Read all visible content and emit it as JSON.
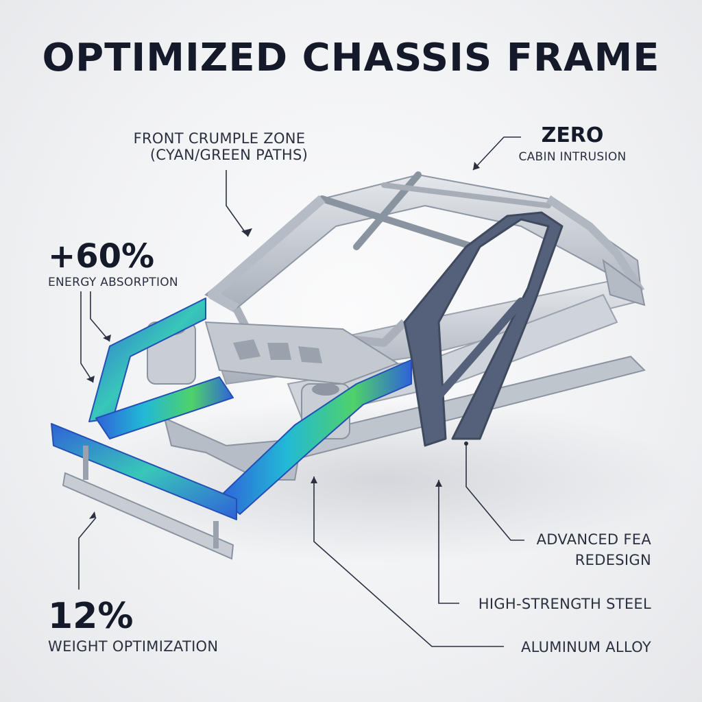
{
  "title": "OPTIMIZED CHASSIS FRAME",
  "callouts": {
    "crumple_zone": {
      "line1": "FRONT CRUMPLE ZONE",
      "line2": "(CYAN/GREEN PATHS)"
    },
    "zero_intrusion": {
      "value": "ZERO",
      "label": "CABIN INTRUSION"
    },
    "energy_absorption": {
      "value": "+60%",
      "label": "ENERGY ABSORPTION"
    },
    "weight_optimization": {
      "value": "12%",
      "label": "WEIGHT OPTIMIZATION"
    },
    "fea_redesign": {
      "line1": "ADVANCED FEA",
      "line2": "REDESIGN"
    },
    "high_strength_steel": {
      "label": "HIGH-STRENGTH STEEL"
    },
    "aluminum_alloy": {
      "label": "ALUMINUM ALLOY"
    }
  },
  "colors": {
    "text_dark": "#141a2a",
    "steel_dark": "#4e5a72",
    "aluminum": "#c7ccd3",
    "crumple_blue": "#2f62d8",
    "crumple_cyan": "#22b9d6",
    "crumple_green": "#4fd16a"
  }
}
